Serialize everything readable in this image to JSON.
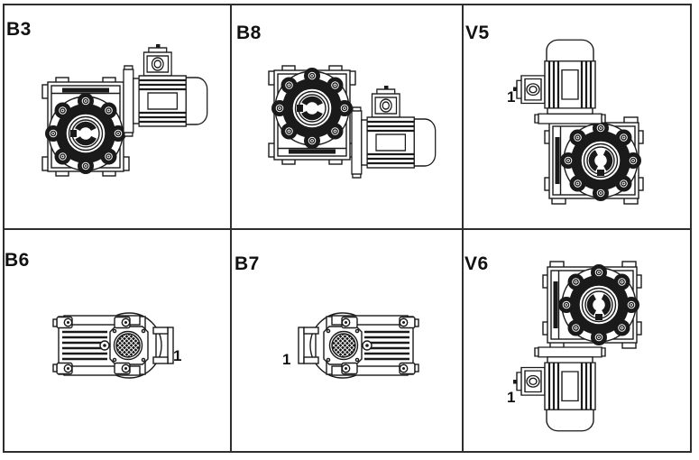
{
  "page": {
    "background": "#ffffff",
    "grid_color": "#2e2e2e",
    "line_color": "#1a1a1a"
  },
  "cells": [
    {
      "label": "B3"
    },
    {
      "label": "B8"
    },
    {
      "label": "V5",
      "marker": "1"
    },
    {
      "label": "B6",
      "marker": "1"
    },
    {
      "label": "B7",
      "marker": "1"
    },
    {
      "label": "V6",
      "marker": "1"
    }
  ]
}
